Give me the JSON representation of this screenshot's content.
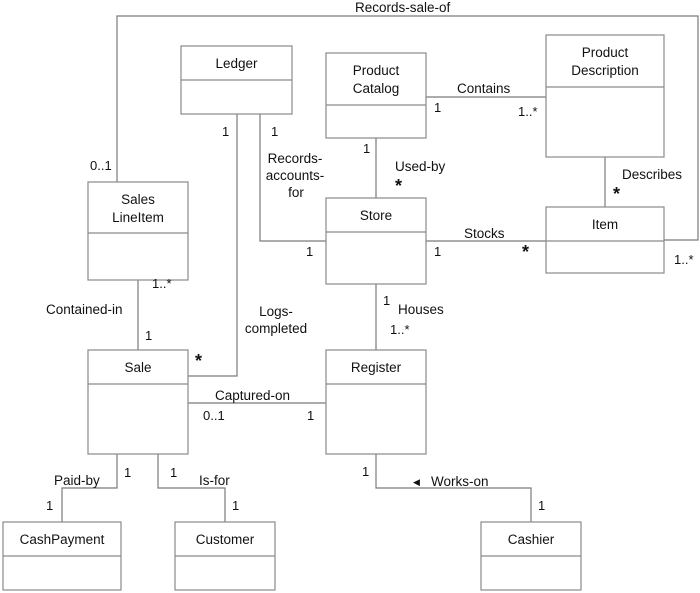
{
  "diagram": {
    "type": "UML domain model (class diagram)",
    "classes": {
      "ledger": {
        "name": [
          "Ledger"
        ]
      },
      "product_catalog": {
        "name": [
          "Product",
          "Catalog"
        ]
      },
      "product_description": {
        "name": [
          "Product",
          "Description"
        ]
      },
      "sales_line_item": {
        "name": [
          "Sales",
          "LineItem"
        ]
      },
      "store": {
        "name": [
          "Store"
        ]
      },
      "item": {
        "name": [
          "Item"
        ]
      },
      "sale": {
        "name": [
          "Sale"
        ]
      },
      "register": {
        "name": [
          "Register"
        ]
      },
      "cash_payment": {
        "name": [
          "CashPayment"
        ]
      },
      "customer": {
        "name": [
          "Customer"
        ]
      },
      "cashier": {
        "name": [
          "Cashier"
        ]
      }
    },
    "associations": {
      "records_sale_of": {
        "label": [
          "Records-sale-of"
        ],
        "from": "Sales LineItem",
        "to": "Item",
        "from_mult": "0..1",
        "to_mult": "1..*"
      },
      "contains": {
        "label": [
          "Contains"
        ],
        "from": "Product Catalog",
        "to": "Product Description",
        "from_mult": "1",
        "to_mult": "1..*"
      },
      "used_by": {
        "label": [
          "Used-by"
        ],
        "from": "Product Catalog",
        "to": "Store",
        "from_mult": "1",
        "to_mult": "*"
      },
      "describes": {
        "label": [
          "Describes"
        ],
        "from": "Product Description",
        "to": "Item",
        "to_mult": "*"
      },
      "records_accounts_for": {
        "label": [
          "Records-",
          "accounts-",
          "for"
        ],
        "from": "Ledger",
        "to": "Store",
        "from_mult": "1",
        "to_mult": "1"
      },
      "logs_completed": {
        "label": [
          "Logs-",
          "completed"
        ],
        "from": "Ledger",
        "to": "Sale",
        "from_mult": "1",
        "to_mult": "*"
      },
      "stocks": {
        "label": [
          "Stocks"
        ],
        "from": "Store",
        "to": "Item",
        "from_mult": "1",
        "to_mult": "*"
      },
      "contained_in": {
        "label": [
          "Contained-in"
        ],
        "from": "Sales LineItem",
        "to": "Sale",
        "from_mult": "1..*",
        "to_mult": "1"
      },
      "houses": {
        "label": [
          "Houses"
        ],
        "from": "Store",
        "to": "Register",
        "from_mult": "1",
        "to_mult": "1..*"
      },
      "captured_on": {
        "label": [
          "Captured-on"
        ],
        "from": "Sale",
        "to": "Register",
        "from_mult": "0..1",
        "to_mult": "1"
      },
      "paid_by": {
        "label": [
          "Paid-by"
        ],
        "from": "Sale",
        "to": "CashPayment",
        "from_mult": "1",
        "to_mult": "1"
      },
      "is_for": {
        "label": [
          "Is-for"
        ],
        "from": "Sale",
        "to": "Customer",
        "from_mult": "1",
        "to_mult": "1"
      },
      "works_on": {
        "label": [
          "Works-on"
        ],
        "from": "Cashier",
        "to": "Register",
        "from_mult": "1",
        "to_mult": "1",
        "direction_arrow": "◀"
      }
    }
  }
}
